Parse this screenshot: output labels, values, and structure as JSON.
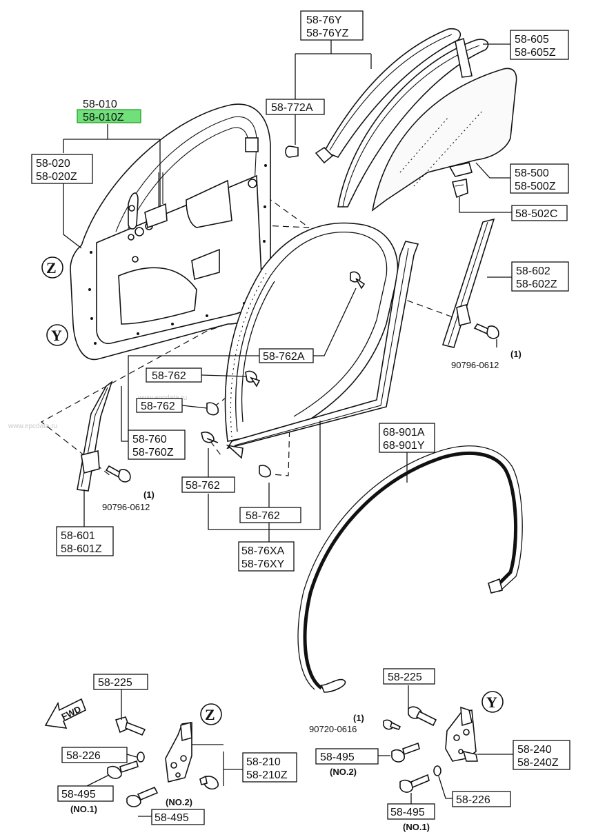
{
  "labels": {
    "door_shell": [
      "58-010",
      "58-010Z"
    ],
    "inner_panel": [
      "58-020",
      "58-020Z"
    ],
    "rail_seal": [
      "58-76Y",
      "58-76YZ"
    ],
    "clip_772a": "58-772A",
    "glass_run_rear": [
      "58-605",
      "58-605Z"
    ],
    "glass": [
      "58-500",
      "58-500Z"
    ],
    "glass_clip": "58-502C",
    "rear_channel": [
      "58-602",
      "58-602Z"
    ],
    "bolt_rear_qty": "(1)",
    "bolt_rear": "90796-0612",
    "clip_762a": "58-762A",
    "clip_762_a": "58-762",
    "clip_762_b": "58-762",
    "front_seal": [
      "58-760",
      "58-760Z"
    ],
    "clip_762_c": "58-762",
    "clip_762_d": "58-762",
    "weatherstrip": [
      "58-76XA",
      "58-76XY"
    ],
    "front_channel": [
      "58-601",
      "58-601Z"
    ],
    "bolt_front_qty": "(1)",
    "bolt_front": "90796-0612",
    "body_seal": [
      "68-901A",
      "68-901Y"
    ],
    "bolt_left_225": "58-225",
    "washer_left_226": "58-226",
    "bolt_left_495": "58-495",
    "bolt_left_495_note": "(NO.1)",
    "hinge_left": [
      "58-210",
      "58-210Z"
    ],
    "bolt_left_495_b_note": "(NO.2)",
    "bolt_left_495_b": "58-495",
    "bolt_right_225": "58-225",
    "bolt_right_small_qty": "(1)",
    "bolt_right_small": "90720-0616",
    "bolt_right_495": "58-495",
    "bolt_right_495_note": "(NO.2)",
    "hinge_right": [
      "58-240",
      "58-240Z"
    ],
    "washer_right_226": "58-226",
    "bolt_right_495_b": "58-495",
    "bolt_right_495_b_note": "(NO.1)",
    "fwd": "FWD"
  },
  "markers": {
    "z": "Z",
    "y": "Y"
  },
  "watermarks": [
    "www.epcdata.ru",
    "www.epcdata.ru"
  ],
  "colors": {
    "highlight": "#6fe07a",
    "line": "#111111"
  }
}
